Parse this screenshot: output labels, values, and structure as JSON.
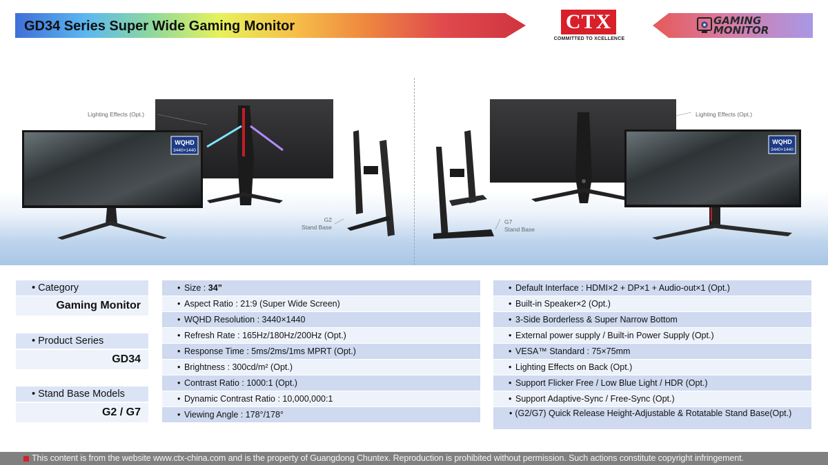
{
  "header": {
    "title": "GD34 Series Super Wide Gaming Monitor",
    "brand_logo": "CTX",
    "brand_tagline": "COMMITTED TO XCELLENCE",
    "badge_line1": "GAMING",
    "badge_line2": "MONITOR"
  },
  "images": {
    "left_callout": "Lighting Effects (Opt.)",
    "left_stand_line1": "G2",
    "left_stand_line2": "Stand Base",
    "right_callout": "Lighting Effects (Opt.)",
    "right_stand_line1": "G7",
    "right_stand_line2": "Stand Base",
    "screen_badge_line1": "WQHD",
    "screen_badge_line2": "3440×1440"
  },
  "summary": [
    {
      "label": "• Category",
      "value": "Gaming Monitor"
    },
    {
      "label": "• Product Series",
      "value": "GD34"
    },
    {
      "label": "• Stand Base Models",
      "value": "G2 / G7"
    }
  ],
  "specs_left": {
    "size_label": "Size : ",
    "size_value": "34”",
    "items": [
      "Aspect Ratio : 21:9 (Super Wide Screen)",
      "WQHD Resolution : 3440×1440",
      "Refresh Rate : 165Hz/180Hz/200Hz (Opt.)",
      "Response Time : 5ms/2ms/1ms MPRT (Opt.)",
      "Brightness : 300cd/m² (Opt.)",
      "Contrast Ratio : 1000:1 (Opt.)",
      "Dynamic Contrast Ratio : 10,000,000:1",
      "Viewing Angle : 178°/178°"
    ]
  },
  "specs_right": {
    "items": [
      "Default Interface : HDMI×2 + DP×1 + Audio-out×1 (Opt.)",
      "Built-in Speaker×2 (Opt.)",
      "3-Side Borderless & Super Narrow Bottom",
      "External power supply / Built-in Power Supply (Opt.)",
      "VESA™ Standard : 75×75mm",
      "Lighting Effects on Back (Opt.)",
      "Support Flicker Free / Low Blue Light / HDR (Opt.)",
      "Support Adaptive-Sync / Free-Sync (Opt.)"
    ],
    "last_item": "(G2/G7) Quick Release Height-Adjustable & Rotatable Stand Base(Opt.)"
  },
  "footer": {
    "text": "This content is from the website www.ctx-china.com and is the property of Guangdong Chuntex. Reproduction is prohibited without permission. Such actions constitute copyright infringement."
  },
  "colors": {
    "brand_red": "#d8202a",
    "row_shade": "#cfd9ef",
    "row_light": "#eef2fa"
  }
}
